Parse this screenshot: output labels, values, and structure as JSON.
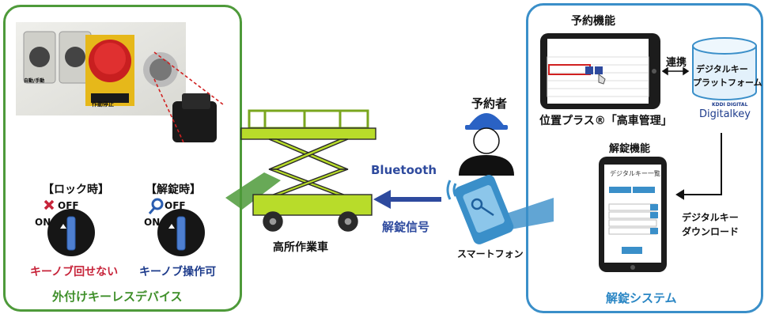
{
  "left_panel": {
    "caption": "外付けキーレスデバイス",
    "photo_labels": {
      "button_label": "作動停止",
      "auto_label": "自動/手動"
    },
    "lock": {
      "title": "【ロック時】",
      "off": "OFF",
      "on": "ON",
      "caption": "キーノブ回せない"
    },
    "unlock": {
      "title": "【解錠時】",
      "off": "OFF",
      "on": "ON",
      "caption": "キーノブ操作可"
    }
  },
  "center": {
    "machine_label": "高所作業車",
    "bluetooth_label": "Bluetooth",
    "signal_label": "解錠信号",
    "smartphone_label": "スマートフォン",
    "reserver_label": "予約者"
  },
  "right_panel": {
    "caption": "解錠システム",
    "reservation_title": "予約機能",
    "tablet_caption": "位置プラス®「高車管理」",
    "link_label": "連携",
    "db_label_line1": "デジタルキー",
    "db_label_line2": "プラットフォーム",
    "digitalkey_small": "KDDI DIGITAL",
    "digitalkey_logo": "Digitalkey",
    "unlock_function_title": "解錠機能",
    "download_line1": "デジタルキー",
    "download_line2": "ダウンロード",
    "phone_screen_title": "デジタルキー一覧"
  },
  "colors": {
    "green": "#4e9a3a",
    "blue": "#3a8fc9",
    "navy_arrow": "#2e4a9e",
    "lift_yellow_green": "#b8dc2a",
    "unlock_blue": "#2a5db0",
    "lock_red": "#c7243a"
  },
  "icons": [
    "x-mark-icon",
    "unlock-ring-icon",
    "helmet-person-icon",
    "smartphone-key-icon",
    "database-icon",
    "tablet-icon",
    "phone-icon",
    "hand-cursor-icon"
  ]
}
